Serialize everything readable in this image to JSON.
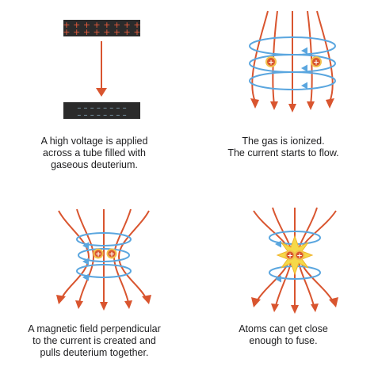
{
  "colors": {
    "field_line": "#d9552f",
    "current_loop": "#5aa6df",
    "plate": "#2b2b2b",
    "positive_sign": "#e65a3a",
    "negative_sign": "#8fb4c9",
    "ion_fill": "#d9552f",
    "ion_ring": "#f2c14e",
    "flash": "#f5d94a",
    "panel_bg": "#f8f9fb"
  },
  "panels": [
    {
      "id": "high-voltage",
      "icons": [
        "positive-plate-icon",
        "arrow-down-icon",
        "negative-plate-icon"
      ],
      "positive_signs": "+ + + + + + + +",
      "negative_signs": "– – – – – – – –",
      "caption_lines": [
        "A high voltage is applied",
        "across a tube filled with",
        "gaseous deuterium."
      ]
    },
    {
      "id": "ionized",
      "icons": [
        "field-lines-icon",
        "current-loops-icon",
        "ion-icon"
      ],
      "ion_symbol": "+",
      "caption_lines": [
        "The gas is ionized.",
        "The current starts to flow."
      ]
    },
    {
      "id": "pinch",
      "icons": [
        "field-lines-icon",
        "current-loops-icon",
        "ion-icon"
      ],
      "ion_symbol": "+",
      "caption_lines": [
        "A magnetic field perpendicular",
        "to the current is created and",
        "pulls deuterium together."
      ]
    },
    {
      "id": "fusion",
      "icons": [
        "field-lines-icon",
        "current-loops-icon",
        "ion-icon",
        "fusion-flash-icon"
      ],
      "ion_symbol": "+",
      "caption_lines": [
        "Atoms can get close",
        "enough to fuse."
      ]
    }
  ]
}
